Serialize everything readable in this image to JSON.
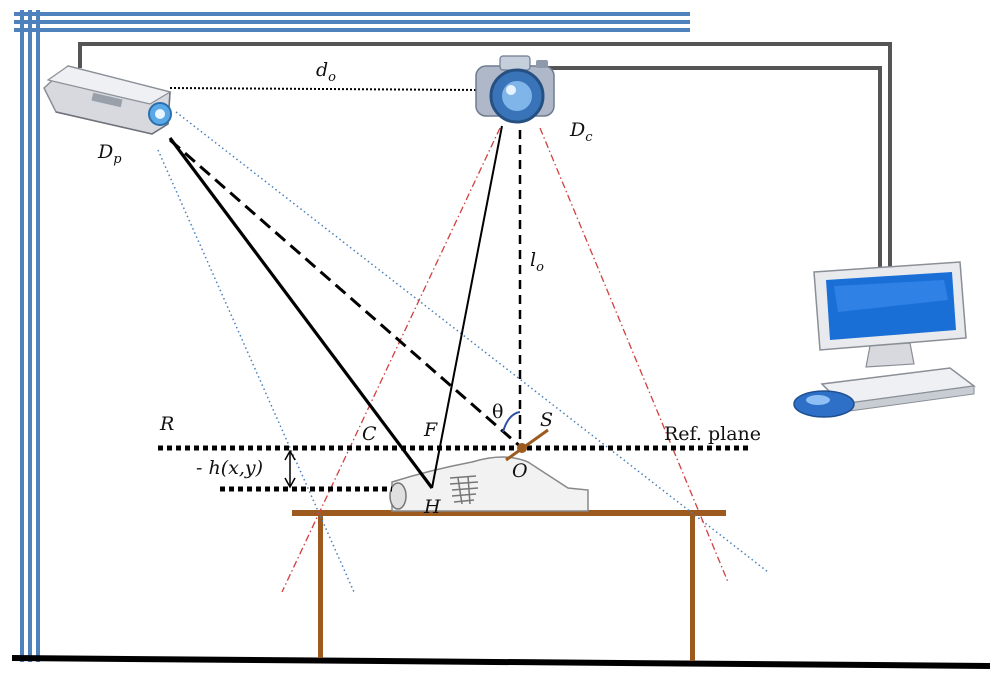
{
  "labels": {
    "projector": "D",
    "projector_sub": "p",
    "camera": "D",
    "camera_sub": "c",
    "baseline": "d",
    "baseline_sub": "o",
    "camera_height": "l",
    "camera_height_sub": "o",
    "theta": "θ",
    "point_s": "S",
    "point_o": "O",
    "point_c": "C",
    "point_f": "F",
    "point_h": "H",
    "point_r": "R",
    "height_function": "- h(x,y)",
    "reference_plane": "Ref. plane"
  },
  "colors": {
    "frame": "#4f81bd",
    "table": "#9c5a1e",
    "cable": "#555555",
    "camera_fov": "#d04040",
    "projector_fov": "#4a7fbd",
    "screen": "#1a6fd6"
  }
}
